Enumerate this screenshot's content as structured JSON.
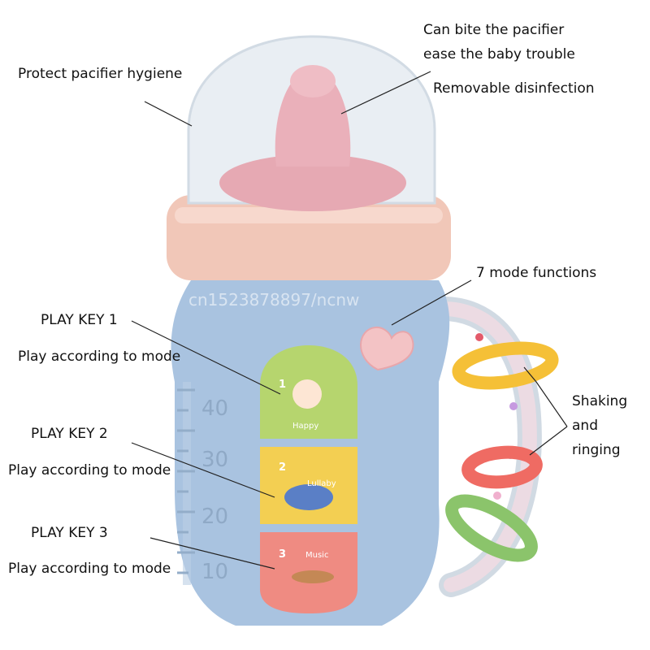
{
  "callouts": {
    "hygiene": "Protect pacifier hygiene",
    "bite_line1": "Can bite the pacifier",
    "bite_line2": "ease the baby trouble",
    "removable": "Removable disinfection",
    "modes": "7 mode functions",
    "key1_title": "PLAY KEY 1",
    "key1_desc": "Play according to mode",
    "key2_title": "PLAY KEY 2",
    "key2_desc": "Play according to mode",
    "key3_title": "PLAY KEY 3",
    "key3_desc": "Play according to mode",
    "shaking_line1": "Shaking",
    "shaking_line2": "and",
    "shaking_line3": "ringing"
  },
  "buttons": {
    "key1_number": "1",
    "key1_label": "Happy",
    "key2_number": "2",
    "key2_label": "Lullaby",
    "key3_number": "3",
    "key3_label": "Music"
  },
  "scale": [
    "40",
    "30",
    "20",
    "10"
  ],
  "watermark": "cn1523878897/ncnw",
  "colors": {
    "body": "#a9c3e0",
    "cap": "#f1c7b8",
    "dome": "#e9eef3",
    "nipple": "#eab0ba",
    "key1": "#b6d56e",
    "key2": "#f3cf52",
    "key3": "#ef8b82",
    "ring_yellow": "#f5c037",
    "ring_red": "#ef6b63",
    "ring_green": "#8bc46b"
  }
}
